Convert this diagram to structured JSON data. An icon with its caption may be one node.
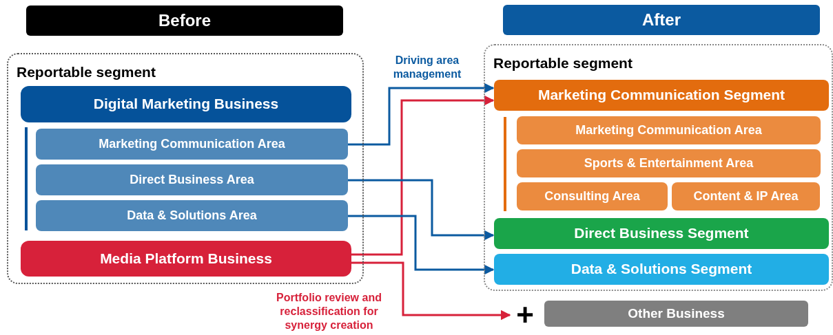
{
  "diagram": {
    "nodes": [
      {
        "text": [
          "Before"
        ]
      },
      {
        "text": [
          "After"
        ]
      },
      {
        "text": [
          "Reportable segment"
        ]
      },
      {
        "text": [
          "Digital Marketing Business"
        ],
        "in": 2
      },
      {
        "text": [
          "Marketing Communication Area"
        ],
        "in": 2
      },
      {
        "text": [
          "Direct Business Area"
        ],
        "in": 2
      },
      {
        "text": [
          "Data & Solutions Area"
        ],
        "in": 2
      },
      {
        "text": [
          "Media Platform Business"
        ],
        "in": 2
      },
      {
        "text": [
          "Reportable segment"
        ]
      },
      {
        "text": [
          "Marketing Communication Segment"
        ],
        "in": 8
      },
      {
        "text": [
          "Marketing Communication Area"
        ],
        "in": 8
      },
      {
        "text": [
          "Sports & Entertainment Area"
        ],
        "in": 8
      },
      {
        "text": [
          "Consulting Area"
        ],
        "in": 8
      },
      {
        "text": [
          "Content & IP Area"
        ],
        "in": 8
      },
      {
        "text": [
          "Direct Business Segment"
        ],
        "in": 8
      },
      {
        "text": [
          "Data & Solutions Segment"
        ],
        "in": 8
      },
      {
        "text": [
          "+"
        ]
      },
      {
        "text": [
          "Other Business"
        ]
      }
    ],
    "edges": [
      {
        "from": 4,
        "to": 9,
        "arrow": "to",
        "label": "Driving area management"
      },
      {
        "from": 7,
        "to": 9,
        "arrow": "to",
        "color": "#d7213a"
      },
      {
        "from": 5,
        "to": 14,
        "arrow": "to"
      },
      {
        "from": 6,
        "to": 15,
        "arrow": "to"
      },
      {
        "from": 7,
        "to": 16,
        "arrow": "to",
        "color": "#d7213a",
        "label": "Portfolio review and reclassification for synergy creation"
      }
    ],
    "labels": []
  }
}
